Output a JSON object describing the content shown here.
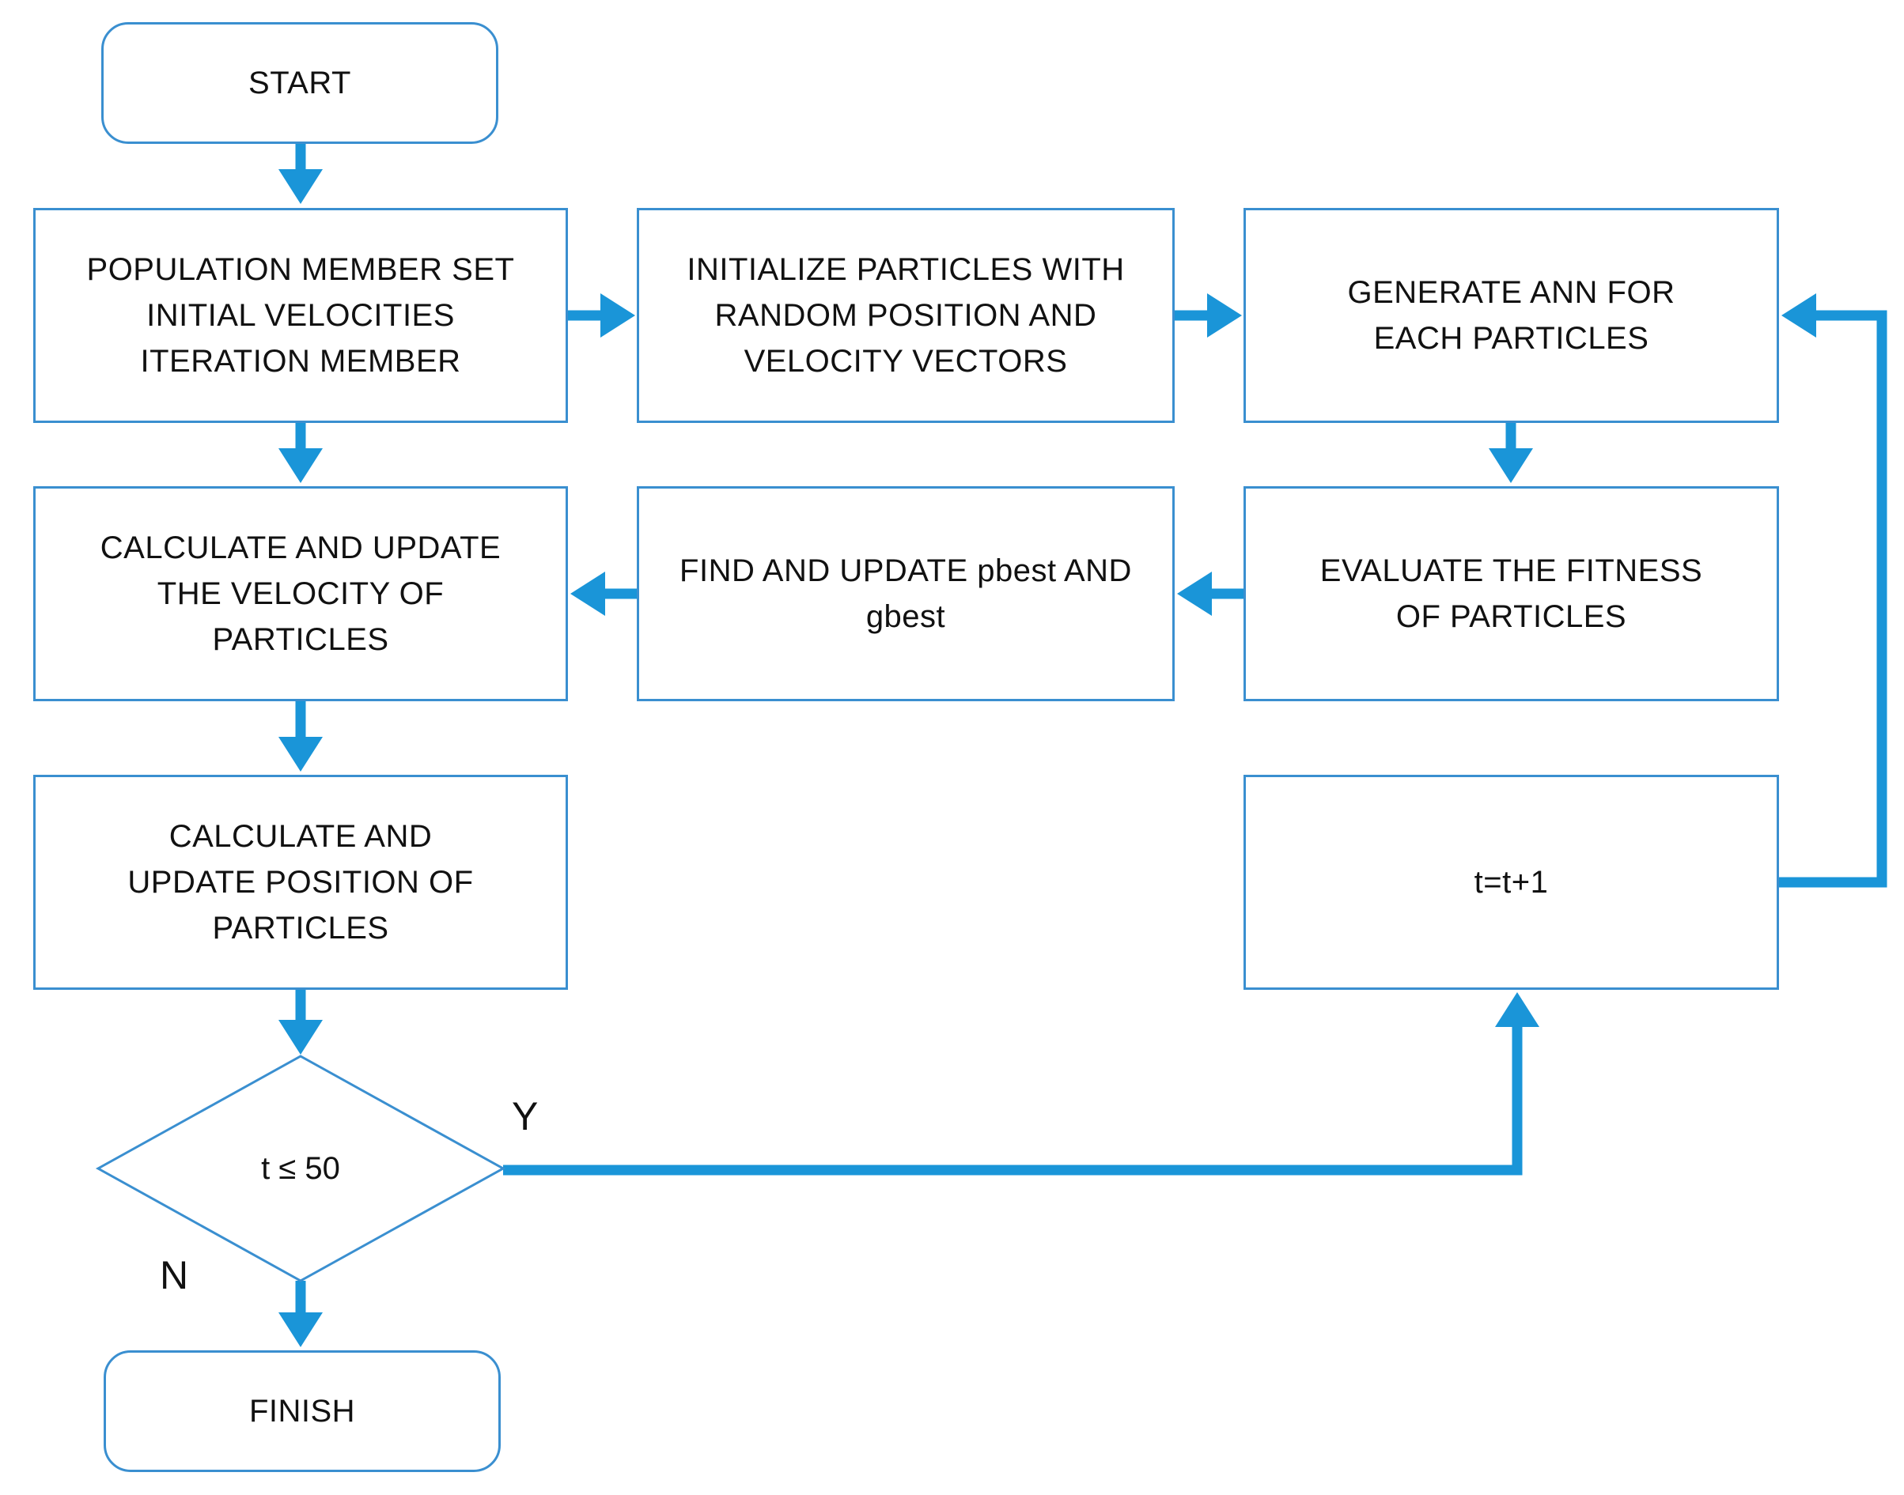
{
  "colors": {
    "arrow": "#1a95d8",
    "box_border": "#3a8fd0",
    "text": "#111111",
    "background": "#ffffff"
  },
  "nodes": {
    "start": "START",
    "population": "POPULATION MEMBER SET INITIAL VELOCITIES ITERATION MEMBER",
    "initialize": "INITIALIZE PARTICLES WITH RANDOM POSITION AND VELOCITY VECTORS",
    "generate": "GENERATE ANN FOR EACH PARTICLES",
    "velocity": "CALCULATE AND UPDATE THE VELOCITY OF PARTICLES",
    "find": "FIND AND UPDATE pbest AND gbest",
    "evaluate": "EVALUATE THE FITNESS OF PARTICLES",
    "position": "CALCULATE AND UPDATE POSITION OF PARTICLES",
    "increment": "t=t+1",
    "decision": "t ≤ 50",
    "finish": "FINISH"
  },
  "edge_labels": {
    "yes": "Y",
    "no": "N"
  }
}
